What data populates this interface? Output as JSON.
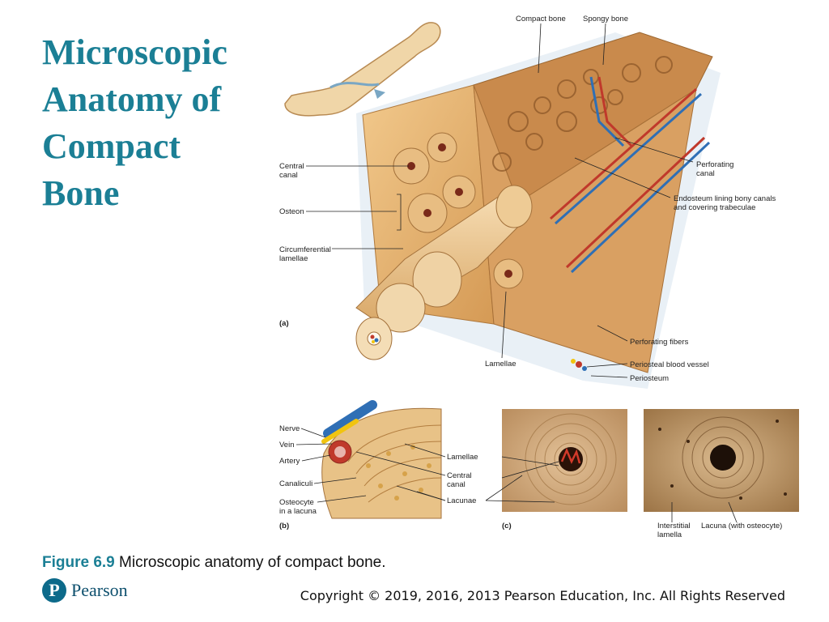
{
  "slide": {
    "title": "Microscopic Anatomy of Compact Bone",
    "caption_number": "Figure 6.9",
    "caption_text": " Microscopic anatomy of compact bone.",
    "logo_text": "Pearson",
    "logo_mark": "P",
    "copyright": "Copyright © 2019, 2016, 2013 Pearson Education, Inc. All Rights Reserved"
  },
  "figure": {
    "panel_a": {
      "tag": "(a)",
      "labels": {
        "compact_bone": "Compact bone",
        "spongy_bone": "Spongy bone",
        "central_canal_1": "Central",
        "central_canal_2": "canal",
        "osteon": "Osteon",
        "circumferential_1": "Circumferential",
        "circumferential_2": "lamellae",
        "perforating_canal_1": "Perforating",
        "perforating_canal_2": "canal",
        "endosteum_1": "Endosteum lining bony canals",
        "endosteum_2": "and covering trabeculae",
        "lamellae": "Lamellae",
        "perforating_fibers": "Perforating fibers",
        "periosteal_vessel": "Periosteal blood vessel",
        "periosteum": "Periosteum"
      }
    },
    "panel_b": {
      "tag": "(b)",
      "labels": {
        "nerve": "Nerve",
        "vein": "Vein",
        "artery": "Artery",
        "canaliculi": "Canaliculi",
        "osteocyte_1": "Osteocyte",
        "osteocyte_2": "in a lacuna",
        "lamellae": "Lamellae",
        "central_canal_1": "Central",
        "central_canal_2": "canal",
        "lacunae": "Lacunae"
      }
    },
    "panel_c": {
      "tag": "(c)",
      "labels": {
        "interstitial_1": "Interstitial",
        "interstitial_2": "lamella",
        "lacuna_osteocyte": "Lacuna (with osteocyte)"
      }
    }
  }
}
